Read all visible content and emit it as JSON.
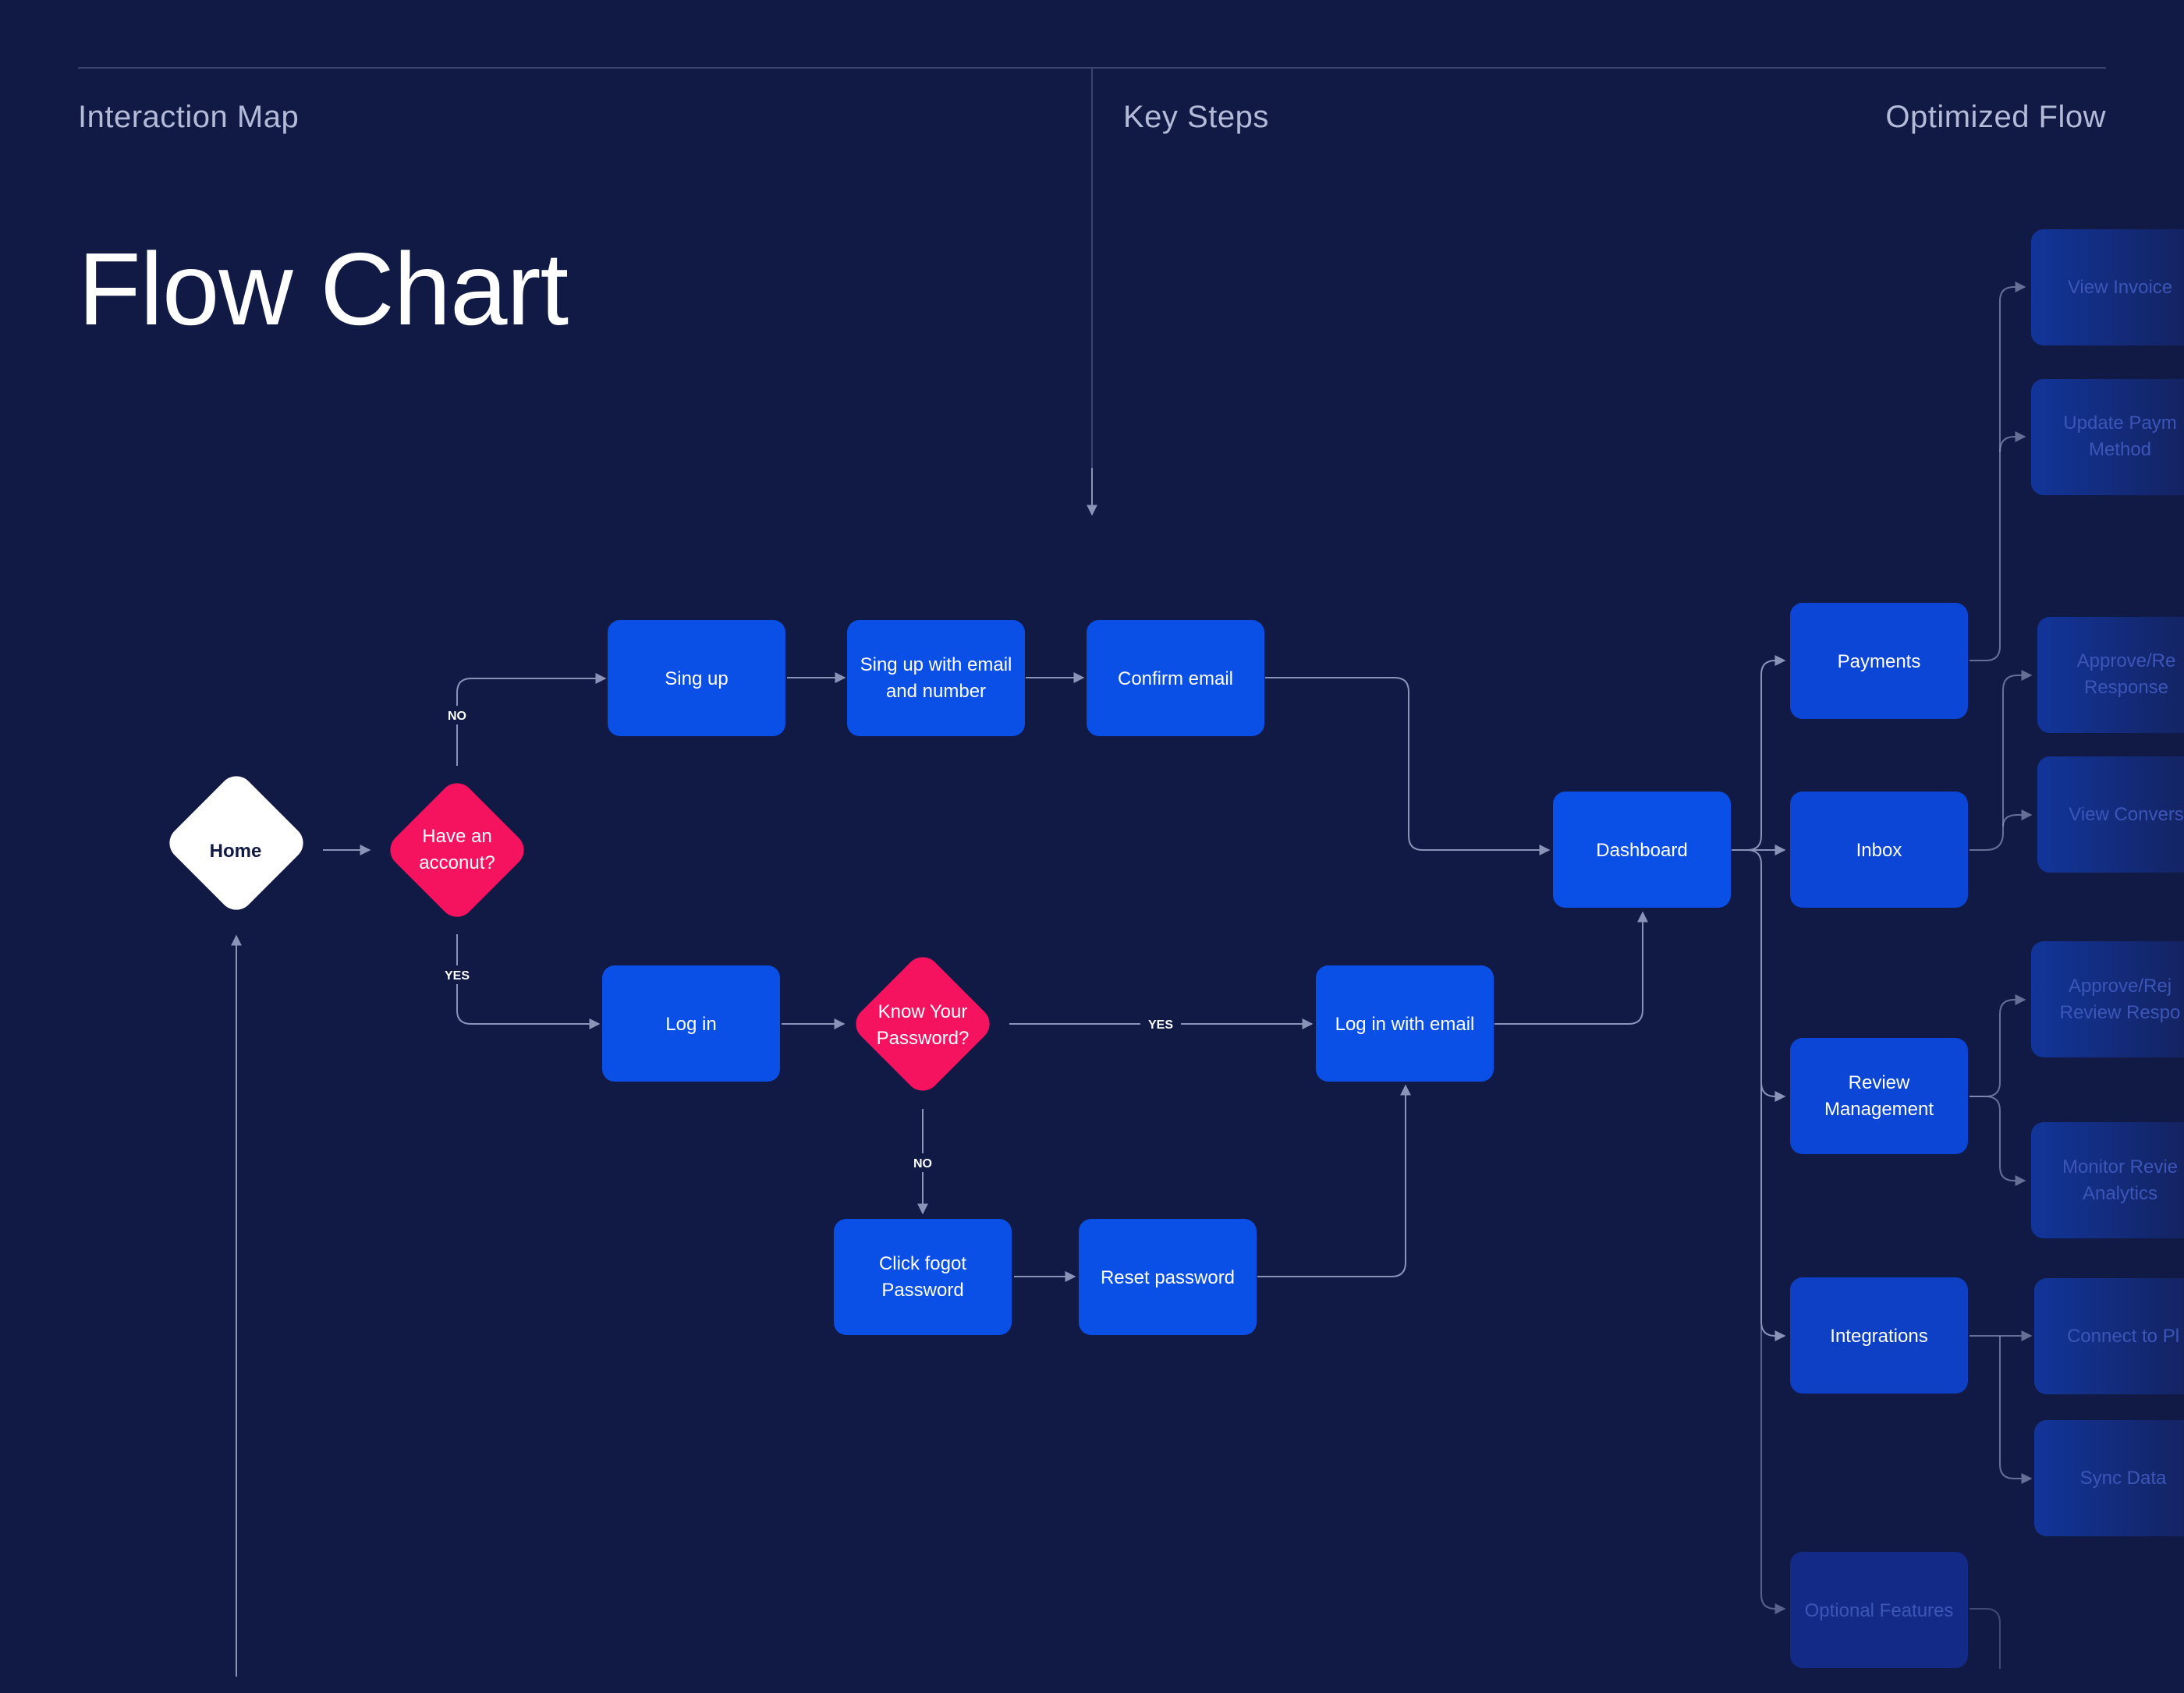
{
  "header": {
    "interaction_map": "Interaction Map",
    "key_steps": "Key Steps",
    "optimized_flow": "Optimized Flow",
    "title": "Flow Chart"
  },
  "nodes": {
    "home": "Home",
    "have_account": [
      "Have an",
      "acconut?"
    ],
    "sign_up": "Sing up",
    "sign_up_email": [
      "Sing up with email",
      "and number"
    ],
    "confirm_email": "Confirm email",
    "log_in": "Log in",
    "know_password": [
      "Know Your",
      "Password?"
    ],
    "log_in_email": "Log in with email",
    "click_forgot": [
      "Click fogot",
      "Password"
    ],
    "reset_password": "Reset password",
    "dashboard": "Dashboard",
    "payments": "Payments",
    "inbox": "Inbox",
    "review_management": [
      "Review",
      "Management"
    ],
    "integrations": "Integrations",
    "optional_features": "Optional Features",
    "view_invoices": "View Invoice",
    "update_payment": [
      "Update Paym",
      "Method"
    ],
    "approve_responses": [
      "Approve/Re",
      "Response"
    ],
    "view_conversations": "View Convers",
    "approve_review": [
      "Approve/Rej",
      "Review Respo"
    ],
    "monitor_review": [
      "Monitor Revie",
      "Analytics"
    ],
    "connect_to": "Connect to Pl",
    "sync_data": "Sync Data"
  },
  "edges": {
    "no_label": "NO",
    "yes_label": "YES"
  },
  "colors": {
    "background": "#111a45",
    "process": "#0a4fe6",
    "decision": "#f5125f",
    "start": "#ffffff",
    "connector": "#8a93b8"
  }
}
